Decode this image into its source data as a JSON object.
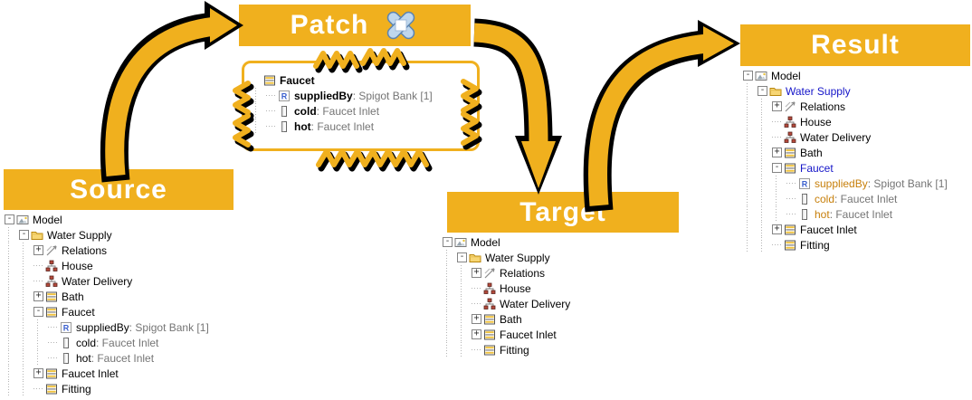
{
  "banners": {
    "source": "Source",
    "patch": "Patch",
    "target": "Target",
    "result": "Result"
  },
  "colors": {
    "accent": "#F0B01E",
    "banner_text": "#FFFFFF",
    "arrow_outline": "#000000",
    "highlight_blue": "#1414C8",
    "highlight_orange": "#C77F0A",
    "type_text_gray": "#757575"
  },
  "patch_panel": {
    "tree": [
      {
        "label": "Faucet",
        "icon": "striped-icon",
        "level": 0,
        "expander": "none",
        "bold": true
      },
      {
        "label": "suppliedBy",
        "suffix": " : Spigot Bank [1]",
        "icon": "r-icon",
        "level": 1,
        "expander": "none",
        "bold": true
      },
      {
        "label": "cold",
        "suffix": " : Faucet Inlet",
        "icon": "port-icon",
        "level": 1,
        "expander": "none",
        "bold": true
      },
      {
        "label": "hot",
        "suffix": " : Faucet Inlet",
        "icon": "port-icon",
        "level": 1,
        "expander": "none",
        "bold": true
      }
    ]
  },
  "source_tree": [
    {
      "label": "Model",
      "icon": "model-icon",
      "level": 0,
      "expander": "minus"
    },
    {
      "label": "Water Supply",
      "icon": "folder-icon",
      "level": 1,
      "expander": "minus"
    },
    {
      "label": "Relations",
      "icon": "relations-icon",
      "level": 2,
      "expander": "plus"
    },
    {
      "label": "House",
      "icon": "block-icon",
      "level": 2,
      "expander": "none"
    },
    {
      "label": "Water Delivery",
      "icon": "block-icon",
      "level": 2,
      "expander": "none"
    },
    {
      "label": "Bath",
      "icon": "striped-icon",
      "level": 2,
      "expander": "plus"
    },
    {
      "label": "Faucet",
      "icon": "striped-icon",
      "level": 2,
      "expander": "minus"
    },
    {
      "label": "suppliedBy",
      "suffix": " : Spigot Bank [1]",
      "icon": "r-icon",
      "level": 3,
      "expander": "none"
    },
    {
      "label": "cold",
      "suffix": " : Faucet Inlet",
      "icon": "port-icon",
      "level": 3,
      "expander": "none"
    },
    {
      "label": "hot",
      "suffix": " : Faucet Inlet",
      "icon": "port-icon",
      "level": 3,
      "expander": "none"
    },
    {
      "label": "Faucet Inlet",
      "icon": "striped-icon",
      "level": 2,
      "expander": "plus"
    },
    {
      "label": "Fitting",
      "icon": "striped-icon",
      "level": 2,
      "expander": "none"
    }
  ],
  "target_tree": [
    {
      "label": "Model",
      "icon": "model-icon",
      "level": 0,
      "expander": "minus"
    },
    {
      "label": "Water Supply",
      "icon": "folder-icon",
      "level": 1,
      "expander": "minus"
    },
    {
      "label": "Relations",
      "icon": "relations-icon",
      "level": 2,
      "expander": "plus"
    },
    {
      "label": "House",
      "icon": "block-icon",
      "level": 2,
      "expander": "none"
    },
    {
      "label": "Water Delivery",
      "icon": "block-icon",
      "level": 2,
      "expander": "none"
    },
    {
      "label": "Bath",
      "icon": "striped-icon",
      "level": 2,
      "expander": "plus"
    },
    {
      "label": "Faucet Inlet",
      "icon": "striped-icon",
      "level": 2,
      "expander": "plus"
    },
    {
      "label": "Fitting",
      "icon": "striped-icon",
      "level": 2,
      "expander": "none"
    }
  ],
  "result_tree": [
    {
      "label": "Model",
      "icon": "model-icon",
      "level": 0,
      "expander": "minus"
    },
    {
      "label": "Water Supply",
      "icon": "folder-icon",
      "level": 1,
      "expander": "minus",
      "color": "blue"
    },
    {
      "label": "Relations",
      "icon": "relations-icon",
      "level": 2,
      "expander": "plus"
    },
    {
      "label": "House",
      "icon": "block-icon",
      "level": 2,
      "expander": "none"
    },
    {
      "label": "Water Delivery",
      "icon": "block-icon",
      "level": 2,
      "expander": "none"
    },
    {
      "label": "Bath",
      "icon": "striped-icon",
      "level": 2,
      "expander": "plus"
    },
    {
      "label": "Faucet",
      "icon": "striped-icon",
      "level": 2,
      "expander": "minus",
      "color": "blue"
    },
    {
      "label": "suppliedBy",
      "suffix": " : Spigot Bank [1]",
      "icon": "r-icon",
      "level": 3,
      "expander": "none",
      "color": "orange"
    },
    {
      "label": "cold",
      "suffix": " : Faucet Inlet",
      "icon": "port-icon",
      "level": 3,
      "expander": "none",
      "color": "orange"
    },
    {
      "label": "hot",
      "suffix": " : Faucet Inlet",
      "icon": "port-icon",
      "level": 3,
      "expander": "none",
      "color": "orange"
    },
    {
      "label": "Faucet Inlet",
      "icon": "striped-icon",
      "level": 2,
      "expander": "plus"
    },
    {
      "label": "Fitting",
      "icon": "striped-icon",
      "level": 2,
      "expander": "none"
    }
  ]
}
